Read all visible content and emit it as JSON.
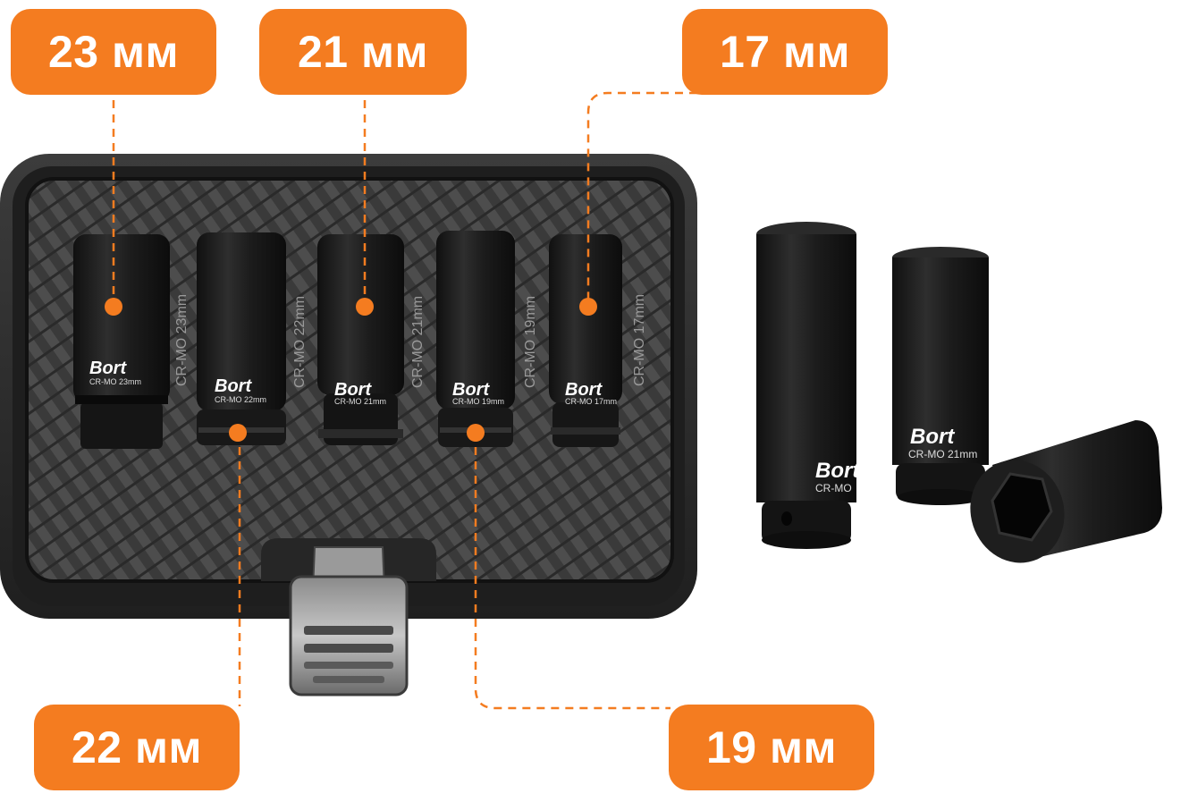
{
  "labels": {
    "s23": "23 мм",
    "s21": "21 мм",
    "s17": "17 мм",
    "s22": "22 мм",
    "s19": "19 мм"
  },
  "sockets": [
    {
      "brand": "Bort",
      "side": "CR-MO 23mm",
      "front": "CR-MO 23mm"
    },
    {
      "brand": "Bort",
      "side": "CR-MO 22mm",
      "front": "CR-MO 22mm"
    },
    {
      "brand": "Bort",
      "side": "CR-MO 21mm",
      "front": "CR-MO 21mm"
    },
    {
      "brand": "Bort",
      "side": "CR-MO 19mm",
      "front": "CR-MO 19mm"
    },
    {
      "brand": "Bort",
      "side": "CR-MO 17mm",
      "front": "CR-MO 17mm"
    }
  ],
  "loose": [
    {
      "brand": "Bort",
      "front": "CR-MO"
    },
    {
      "brand": "Bort",
      "front": "CR-MO 21mm"
    }
  ],
  "colors": {
    "accent": "#f47c20",
    "case": "#2b2b2b",
    "socket": "#1c1c1c"
  }
}
